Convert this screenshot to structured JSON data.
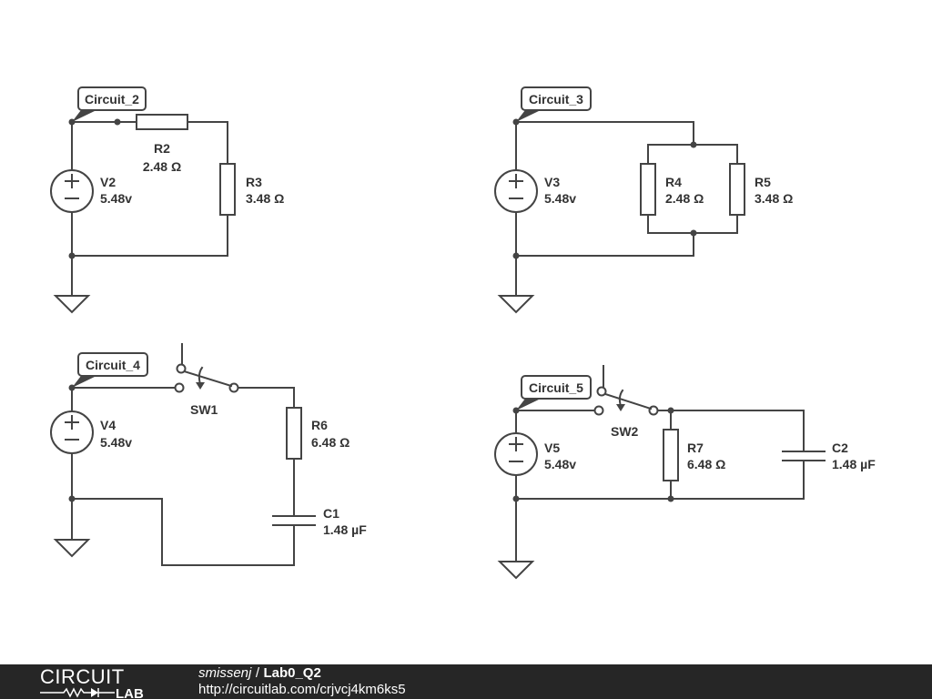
{
  "circuits": [
    {
      "tag": "Circuit_2",
      "source": {
        "name": "V2",
        "value": "5.48v"
      },
      "parts": [
        {
          "name": "R2",
          "value": "2.48 Ω"
        },
        {
          "name": "R3",
          "value": "3.48 Ω"
        }
      ]
    },
    {
      "tag": "Circuit_3",
      "source": {
        "name": "V3",
        "value": "5.48v"
      },
      "parts": [
        {
          "name": "R4",
          "value": "2.48 Ω"
        },
        {
          "name": "R5",
          "value": "3.48 Ω"
        }
      ]
    },
    {
      "tag": "Circuit_4",
      "source": {
        "name": "V4",
        "value": "5.48v"
      },
      "switch": "SW1",
      "parts": [
        {
          "name": "R6",
          "value": "6.48 Ω"
        },
        {
          "name": "C1",
          "value": "1.48 µF"
        }
      ]
    },
    {
      "tag": "Circuit_5",
      "source": {
        "name": "V5",
        "value": "5.48v"
      },
      "switch": "SW2",
      "parts": [
        {
          "name": "R7",
          "value": "6.48 Ω"
        },
        {
          "name": "C2",
          "value": "1.48 µF"
        }
      ]
    }
  ],
  "footer": {
    "logo_top": "CIRCUIT",
    "logo_bottom": "LAB",
    "user": "smissenj",
    "separator": "/",
    "title": "Lab0_Q2",
    "url": "http://circuitlab.com/crjvcj4km6ks5"
  },
  "colors": {
    "wire": "#444444",
    "footer_bg": "#262626",
    "text": "#333333"
  }
}
